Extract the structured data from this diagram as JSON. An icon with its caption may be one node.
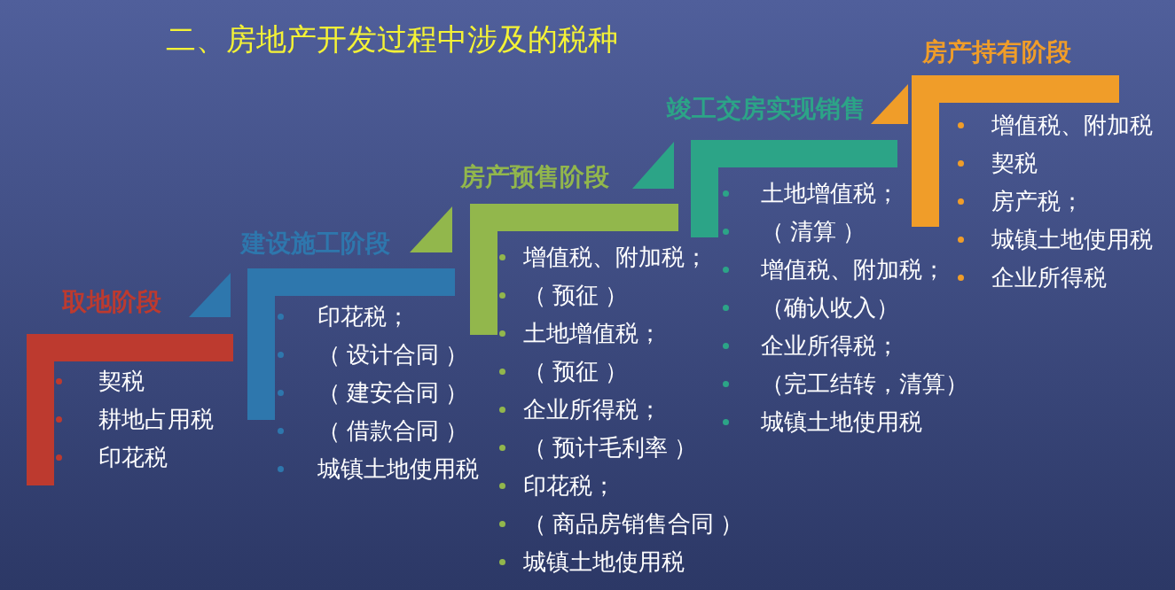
{
  "diagram": {
    "title": "二、房地产开发过程中涉及的税种",
    "nodes": [
      {
        "text": [
          "取地阶段",
          "契税",
          "耕地占用税",
          "印花税"
        ]
      },
      {
        "text": [
          "建设施工阶段",
          "印花税；",
          "（ 设计合同 ）",
          "（ 建安合同 ）",
          "（ 借款合同 ）",
          "城镇土地使用税"
        ]
      },
      {
        "text": [
          "房产预售阶段",
          "增值税、附加税；",
          "（ 预征 ）",
          "土地增值税；",
          "（ 预征 ）",
          "企业所得税；",
          "（ 预计毛利率 ）",
          "印花税；",
          "（ 商品房销售合同 ）",
          "城镇土地使用税"
        ]
      },
      {
        "text": [
          "竣工交房实现销售",
          "土地增值税；",
          "（ 清算 ）",
          "增值税、附加税；",
          "（确认收入）",
          "企业所得税；",
          "（完工结转，清算）",
          "城镇土地使用税"
        ]
      },
      {
        "text": [
          "房产持有阶段",
          "增值税、附加税",
          "契税",
          "房产税；",
          "城镇土地使用税",
          "企业所得税"
        ]
      }
    ]
  }
}
